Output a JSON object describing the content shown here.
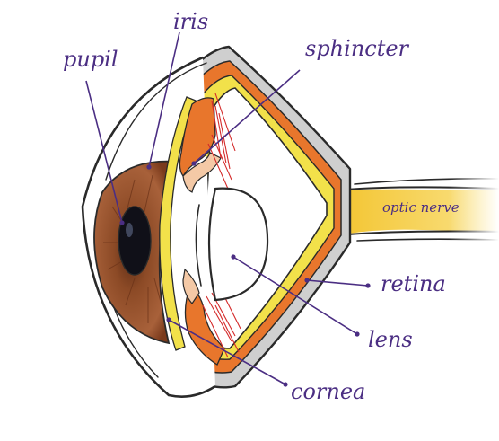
{
  "labels": {
    "pupil": "pupil",
    "iris": "iris",
    "sphincter": "sphincter",
    "optic_nerve": "optic nerve",
    "retina": "retina",
    "lens": "lens",
    "cornea": "cornea"
  },
  "colors": {
    "label": "#4b2e83",
    "iris_brown": "#8b4a2b",
    "orange_layer": "#e8762c",
    "yellow_layer": "#f2e14a",
    "optic_nerve": "#f6d33c",
    "red_fibers": "#d42a2a"
  }
}
